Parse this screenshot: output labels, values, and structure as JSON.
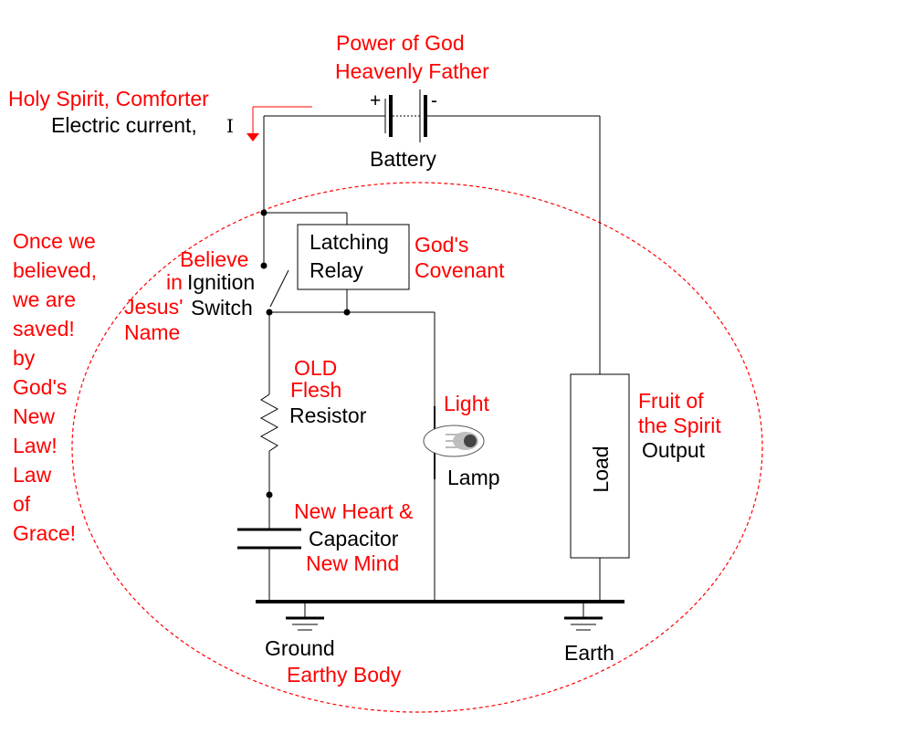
{
  "labels": {
    "power_line1": "Power of God",
    "power_line2": "Heavenly Father",
    "holy_spirit": "Holy Spirit, Comforter",
    "electric_current": "Electric current,",
    "current_symbol": "I",
    "plus_sign": "+",
    "minus_sign": "-",
    "battery": "Battery",
    "latching_line1": "Latching",
    "latching_line2": "Relay",
    "covenant_line1": "God's",
    "covenant_line2": "Covenant",
    "believe_line1": "Believe",
    "believe_line2": "in",
    "ignition": "Ignition",
    "switch": "Switch",
    "jesus_line1": "Jesus'",
    "jesus_line2": "Name",
    "old": "OLD",
    "flesh": "Flesh",
    "resistor": "Resistor",
    "light": "Light",
    "lamp": "Lamp",
    "fruit_line1": "Fruit of",
    "fruit_line2": "the Spirit",
    "output": "Output",
    "load": "Load",
    "new_heart": "New Heart &",
    "capacitor": "Capacitor",
    "new_mind": "New Mind",
    "ground": "Ground",
    "earthy_body": "Earthy Body",
    "earth": "Earth"
  },
  "side_note": [
    "Once we",
    "believed,",
    "we are",
    "saved!",
    "by",
    "God's",
    "New",
    "Law!",
    "Law",
    "of",
    "Grace!"
  ],
  "colors": {
    "annotation": "#ff0000",
    "wire": "#000000",
    "ellipse": "#ff0000"
  }
}
